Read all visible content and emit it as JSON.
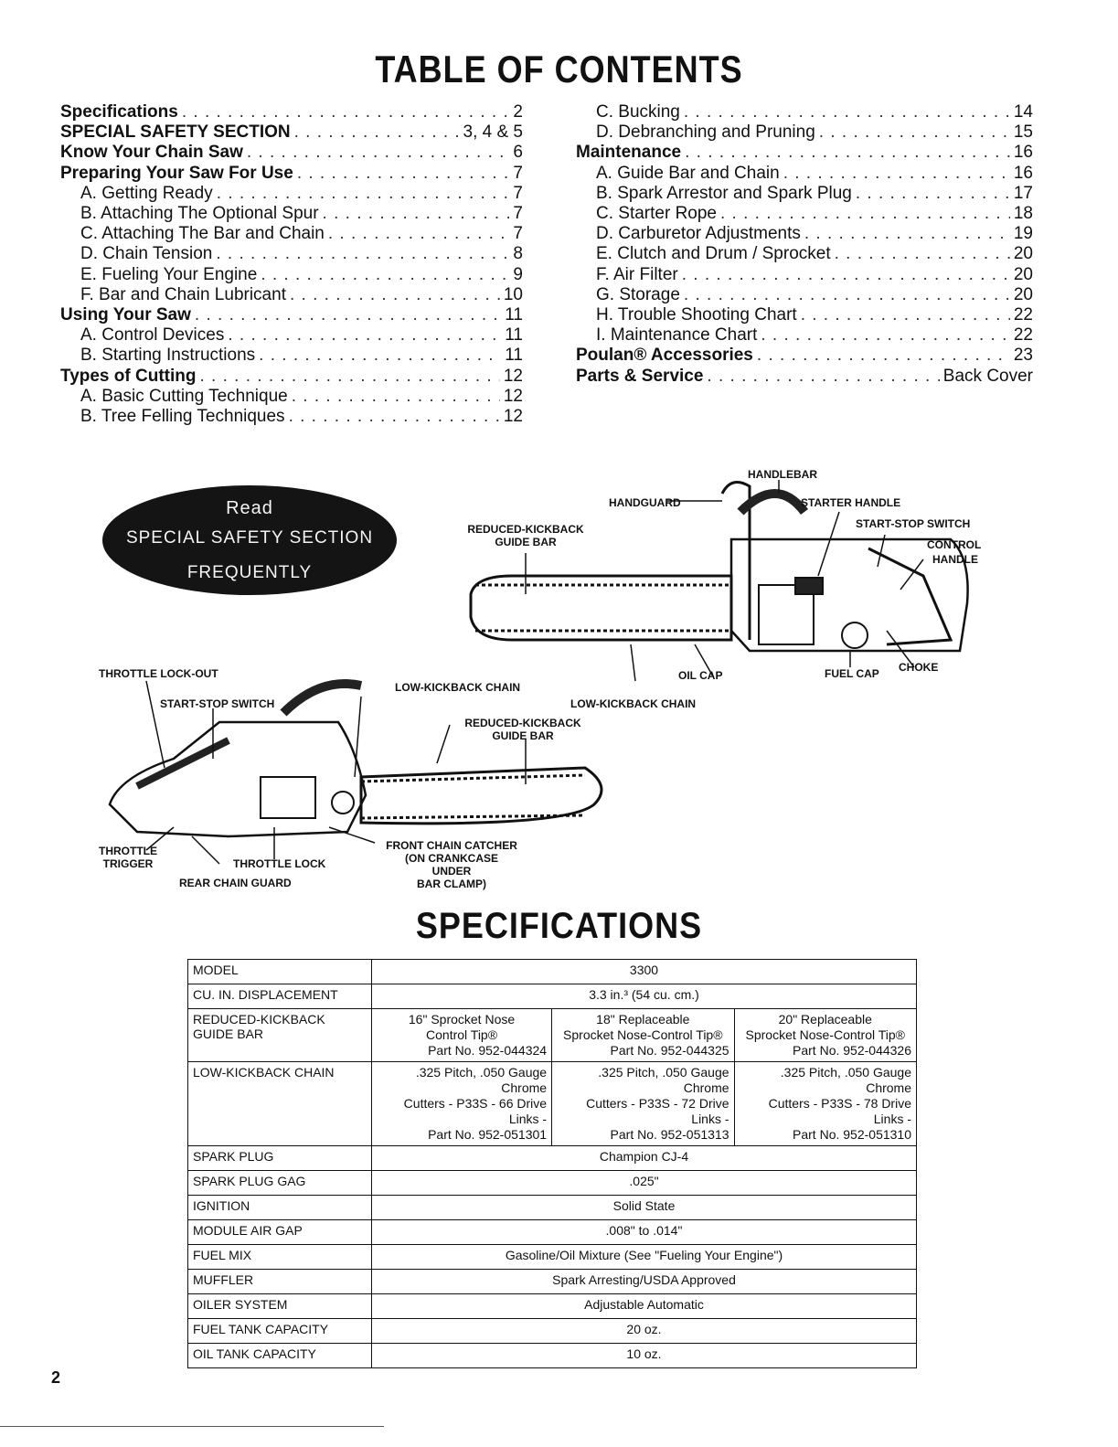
{
  "toc": {
    "title": "TABLE OF CONTENTS",
    "left": [
      {
        "label": "Specifications",
        "page": "2",
        "type": "section"
      },
      {
        "label": "SPECIAL SAFETY SECTION",
        "page": "3, 4 & 5",
        "type": "section"
      },
      {
        "label": "Know Your Chain Saw",
        "page": "6",
        "type": "section"
      },
      {
        "label": "Preparing Your Saw For Use",
        "page": "7",
        "type": "section"
      },
      {
        "label": "A.  Getting Ready",
        "page": "7",
        "type": "sub"
      },
      {
        "label": "B.  Attaching The Optional Spur",
        "page": "7",
        "type": "sub"
      },
      {
        "label": "C.  Attaching The Bar and Chain",
        "page": "7",
        "type": "sub"
      },
      {
        "label": "D.  Chain Tension",
        "page": "8",
        "type": "sub"
      },
      {
        "label": "E.  Fueling Your Engine",
        "page": "9",
        "type": "sub"
      },
      {
        "label": "F.  Bar and Chain Lubricant",
        "page": "10",
        "type": "sub"
      },
      {
        "label": "Using Your Saw",
        "page": "11",
        "type": "section"
      },
      {
        "label": "A.  Control Devices",
        "page": "11",
        "type": "sub"
      },
      {
        "label": "B.  Starting Instructions",
        "page": "11",
        "type": "sub"
      },
      {
        "label": "Types of Cutting",
        "page": "12",
        "type": "section"
      },
      {
        "label": "A.  Basic Cutting Technique",
        "page": "12",
        "type": "sub"
      },
      {
        "label": "B.  Tree Felling Techniques",
        "page": "12",
        "type": "sub"
      }
    ],
    "right": [
      {
        "label": "C.  Bucking",
        "page": "14",
        "type": "sub"
      },
      {
        "label": "D.  Debranching and Pruning",
        "page": "15",
        "type": "sub"
      },
      {
        "label": "Maintenance",
        "page": "16",
        "type": "section"
      },
      {
        "label": "A.  Guide Bar and Chain",
        "page": "16",
        "type": "sub"
      },
      {
        "label": "B.  Spark Arrestor and Spark Plug",
        "page": "17",
        "type": "sub"
      },
      {
        "label": "C.  Starter Rope",
        "page": "18",
        "type": "sub"
      },
      {
        "label": "D.  Carburetor Adjustments",
        "page": "19",
        "type": "sub"
      },
      {
        "label": "E.  Clutch and Drum / Sprocket",
        "page": "20",
        "type": "sub"
      },
      {
        "label": "F.  Air Filter",
        "page": "20",
        "type": "sub"
      },
      {
        "label": "G.  Storage",
        "page": "20",
        "type": "sub"
      },
      {
        "label": "H.  Trouble Shooting Chart",
        "page": "22",
        "type": "sub"
      },
      {
        "label": "I.  Maintenance Chart",
        "page": "22",
        "type": "sub"
      },
      {
        "label": "Poulan® Accessories",
        "page": "23",
        "type": "section"
      },
      {
        "label": "Parts & Service",
        "page": "Back Cover",
        "type": "section"
      }
    ]
  },
  "badge": {
    "line1": "Read",
    "line2": "SPECIAL SAFETY SECTION",
    "line3": "FREQUENTLY"
  },
  "diagram": {
    "handlebar": "HANDLEBAR",
    "handguard": "HANDGUARD",
    "starter_handle": "STARTER HANDLE",
    "start_stop_switch_top": "START-STOP SWITCH",
    "control_handle_1": "CONTROL",
    "control_handle_2": "HANDLE",
    "rk_guide_bar_top_1": "REDUCED-KICKBACK",
    "rk_guide_bar_top_2": "GUIDE BAR",
    "oil_cap": "OIL CAP",
    "fuel_cap": "FUEL CAP",
    "choke": "CHOKE",
    "lk_chain_top": "LOW-KICKBACK CHAIN",
    "throttle_lockout": "THROTTLE LOCK-OUT",
    "start_stop_switch_bottom": "START-STOP SWITCH",
    "lk_chain_bottom": "LOW-KICKBACK CHAIN",
    "rk_guide_bar_bottom_1": "REDUCED-KICKBACK",
    "rk_guide_bar_bottom_2": "GUIDE BAR",
    "throttle_trigger_1": "THROTTLE",
    "throttle_trigger_2": "TRIGGER",
    "throttle_lock": "THROTTLE LOCK",
    "rear_chain_guard": "REAR CHAIN GUARD",
    "front_catcher_1": "FRONT CHAIN CATCHER",
    "front_catcher_2": "(ON CRANKCASE",
    "front_catcher_3": "UNDER",
    "front_catcher_4": "BAR CLAMP)"
  },
  "specs": {
    "title": "SPECIFICATIONS",
    "model": {
      "label": "MODEL",
      "value": "3300"
    },
    "displacement": {
      "label": "CU. IN. DISPLACEMENT",
      "value": "3.3 in.³ (54 cu. cm.)"
    },
    "guide_bar": {
      "label": "REDUCED-KICKBACK GUIDE BAR",
      "options": [
        {
          "line1": "16\" Sprocket Nose",
          "line2": "Control Tip®",
          "line3": "Part No. 952-044324"
        },
        {
          "line1": "18\" Replaceable",
          "line2": "Sprocket Nose-Control Tip®",
          "line3": "Part No. 952-044325"
        },
        {
          "line1": "20\" Replaceable",
          "line2": "Sprocket Nose-Control Tip®",
          "line3": "Part No. 952-044326"
        }
      ]
    },
    "chain": {
      "label": "LOW-KICKBACK CHAIN",
      "options": [
        {
          "line1": ".325 Pitch, .050 Gauge Chrome",
          "line2": "Cutters - P33S - 66 Drive Links -",
          "line3": "Part No. 952-051301"
        },
        {
          "line1": ".325 Pitch, .050 Gauge Chrome",
          "line2": "Cutters - P33S - 72 Drive Links -",
          "line3": "Part No. 952-051313"
        },
        {
          "line1": ".325 Pitch, .050 Gauge Chrome",
          "line2": "Cutters - P33S - 78 Drive Links -",
          "line3": "Part No. 952-051310"
        }
      ]
    },
    "rows": [
      {
        "label": "SPARK PLUG",
        "value": "Champion CJ-4"
      },
      {
        "label": "SPARK PLUG GAG",
        "value": ".025\""
      },
      {
        "label": "IGNITION",
        "value": "Solid State"
      },
      {
        "label": "MODULE AIR GAP",
        "value": ".008\" to .014\""
      },
      {
        "label": "FUEL MIX",
        "value": "Gasoline/Oil Mixture (See \"Fueling Your Engine\")"
      },
      {
        "label": "MUFFLER",
        "value": "Spark Arresting/USDA Approved"
      },
      {
        "label": "OILER SYSTEM",
        "value": "Adjustable Automatic"
      },
      {
        "label": "FUEL TANK CAPACITY",
        "value": "20 oz."
      },
      {
        "label": "OIL TANK CAPACITY",
        "value": "10 oz."
      }
    ]
  },
  "page_number": "2"
}
